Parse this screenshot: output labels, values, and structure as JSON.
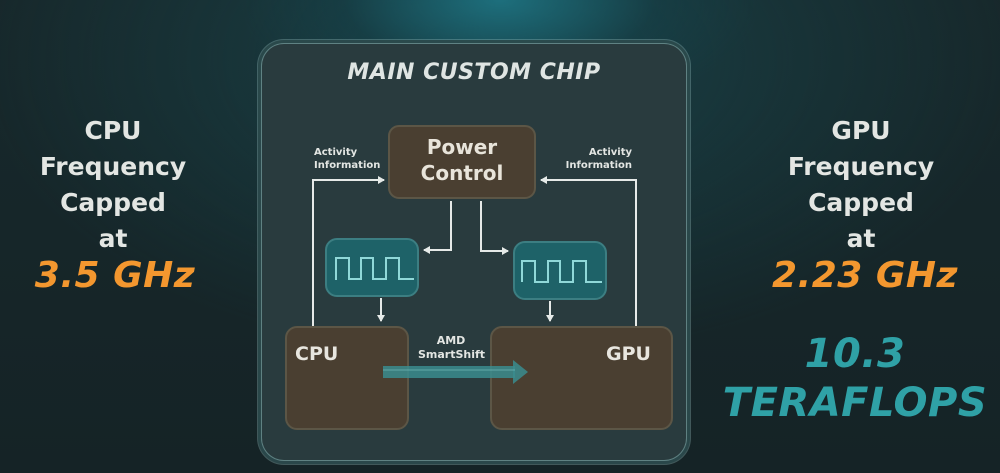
{
  "left_panel": {
    "lines": [
      "CPU",
      "Frequency",
      "Capped",
      "at"
    ],
    "frequency": "3.5 GHz"
  },
  "right_panel": {
    "lines": [
      "GPU",
      "Frequency",
      "Capped",
      "at"
    ],
    "frequency": "2.23 GHz",
    "performance_value": "10.3",
    "performance_unit": "TERAFLOPS"
  },
  "diagram": {
    "title": "MAIN CUSTOM CHIP",
    "power_control": [
      "Power",
      "Control"
    ],
    "activity_left": [
      "Activity",
      "Information"
    ],
    "activity_right": [
      "Activity",
      "Information"
    ],
    "cpu_label": "CPU",
    "gpu_label": "GPU",
    "smartshift": [
      "AMD",
      "SmartShift"
    ],
    "clock_icons": [
      "square-wave-icon",
      "square-wave-icon"
    ]
  },
  "colors": {
    "frequency_accent": "#f3972f",
    "teraflops_accent": "#2fa1a6",
    "core_box": "#4a3f31",
    "clock_box": "#1e6268"
  }
}
